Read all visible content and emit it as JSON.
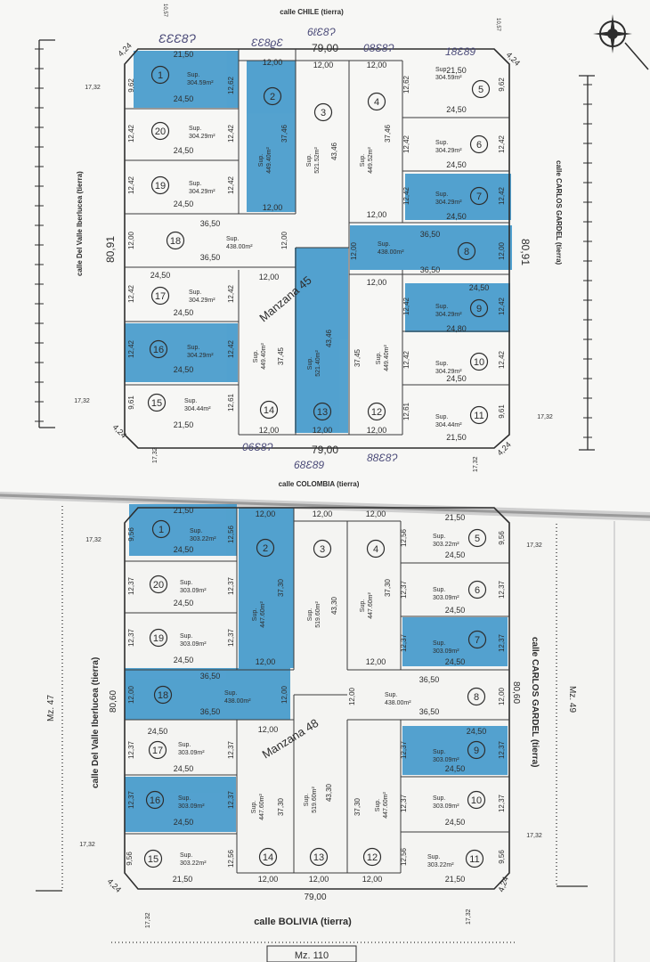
{
  "colors": {
    "paper": "#f7f7f5",
    "ink": "#2d2d2d",
    "highlight": "#2f8fc7",
    "pen": "#4a4a78",
    "background": "#cfcfcf"
  },
  "icons": {
    "compass": "compass-rose-icon"
  },
  "top": {
    "streets": {
      "top": "calle CHILE (tierra)",
      "bottom": "calle COLOMBIA (tierra)",
      "left": "calle Del Valle Iberlucea (tierra)",
      "right": "calle CARLOS GARDEL (tierra)"
    },
    "manzana": "Manzana 45",
    "dims": {
      "total_width": "79,00",
      "height": "80,91",
      "corner": "4,24",
      "offset": "17,32",
      "top_right_small": "10,57"
    },
    "notes": {
      "top_left": "ƐƐƐ8Ɂ",
      "top_center_left": "ƐƐ8ϱƐ",
      "top_center": "6ℓƐ8Ɂ",
      "top_center_right": "08Ɛ8Ɂ",
      "top_right": "18Ɛ89",
      "bottom_left": "06Ɛ8Ɂ",
      "bottom_center": "68Ɛ89",
      "bottom_right": "88Ɛ8Ɂ"
    },
    "lots": [
      {
        "n": "1",
        "sup": "304.59m²",
        "w": "21,50",
        "b": "24,50",
        "d1": "9,62",
        "d2": "12,62"
      },
      {
        "n": "2",
        "sup": "449.40m²",
        "t": "12,00",
        "b": "12,00",
        "s": "37,46"
      },
      {
        "n": "3",
        "sup": "521.52m²",
        "t": "12,00",
        "s": "43,46"
      },
      {
        "n": "4",
        "sup": "449.52m²",
        "t": "12,00",
        "b": "12,00",
        "s": "37,46"
      },
      {
        "n": "5",
        "sup": "304.59m²",
        "w": "21,50",
        "b": "24,50",
        "d1": "12,62",
        "d2": "9,62"
      },
      {
        "n": "6",
        "sup": "304.29m²",
        "b": "24,50",
        "d": "12,42"
      },
      {
        "n": "7",
        "sup": "304.29m²",
        "b": "24,50",
        "d": "12,42"
      },
      {
        "n": "8",
        "sup": "438.00m²",
        "w": "36,50",
        "b": "36,50",
        "d": "12,00"
      },
      {
        "n": "9",
        "sup": "304.29m²",
        "t": "24,50",
        "b": "24,80",
        "d": "12,42"
      },
      {
        "n": "10",
        "sup": "304.29m²",
        "b": "24,50",
        "d": "12,42"
      },
      {
        "n": "11",
        "sup": "304.44m²",
        "w": "21,50",
        "d1": "12,61",
        "d2": "9,61"
      },
      {
        "n": "12",
        "sup": "449.40m²",
        "t": "12,00",
        "b": "12,00",
        "s": "37,45"
      },
      {
        "n": "13",
        "sup": "521.40m²",
        "b": "12,00",
        "s": "43,46"
      },
      {
        "n": "14",
        "sup": "449.40m²",
        "t": "12,00",
        "b": "12,00",
        "s": "37,45"
      },
      {
        "n": "15",
        "sup": "304.44m²",
        "w": "21,50",
        "d1": "9,61",
        "d2": "12,61"
      },
      {
        "n": "16",
        "sup": "304.29m²",
        "b": "24,50",
        "d": "12,42"
      },
      {
        "n": "17",
        "sup": "304.29m²",
        "t": "24,50",
        "b": "24,50",
        "d": "12,42"
      },
      {
        "n": "18",
        "sup": "438.00m²",
        "w": "36,50",
        "b": "36,50",
        "d": "12,00"
      },
      {
        "n": "19",
        "sup": "304.29m²",
        "b": "24,50",
        "d": "12,42"
      },
      {
        "n": "20",
        "sup": "304.29m²",
        "b": "24,50",
        "d": "12,42"
      }
    ]
  },
  "bottom": {
    "streets": {
      "top": "calle COLOMBIA (tierra)",
      "bottom": "calle BOLIVIA (tierra)",
      "left": "calle Del Valle Iberlucea (tierra)",
      "right": "calle CARLOS GARDEL (tierra)"
    },
    "manzana": "Manzana 48",
    "neighbors": {
      "left": "Mz. 47",
      "right": "Mz. 49",
      "bottom": "Mz. 110"
    },
    "dims": {
      "total_width": "79,00",
      "height": "80,60",
      "corner": "4,24",
      "offset": "17,32"
    },
    "lots": [
      {
        "n": "1",
        "sup": "303.22m²",
        "w": "21,50",
        "b": "24,50",
        "d1": "9,56",
        "d2": "12,56"
      },
      {
        "n": "2",
        "sup": "447.60m²",
        "t": "12,00",
        "b": "12,00",
        "s": "37,30"
      },
      {
        "n": "3",
        "sup": "519.60m²",
        "t": "12,00",
        "s": "43,30"
      },
      {
        "n": "4",
        "sup": "447.60m²",
        "t": "12,00",
        "b": "12,00",
        "s": "37,30"
      },
      {
        "n": "5",
        "sup": "303.22m²",
        "w": "21,50",
        "b": "24,50",
        "d1": "12,56",
        "d2": "9,56"
      },
      {
        "n": "6",
        "sup": "303.09m²",
        "b": "24,50",
        "d": "12,37"
      },
      {
        "n": "7",
        "sup": "303.09m²",
        "b": "24,50",
        "d": "12,37"
      },
      {
        "n": "8",
        "sup": "438.00m²",
        "w": "36,50",
        "b": "36,50",
        "d": "12,00"
      },
      {
        "n": "9",
        "sup": "303.09m²",
        "t": "24,50",
        "b": "24,50",
        "d": "12,37"
      },
      {
        "n": "10",
        "sup": "303.09m²",
        "b": "24,50",
        "d": "12,37"
      },
      {
        "n": "11",
        "sup": "303.22m²",
        "w": "21,50",
        "d1": "12,56",
        "d2": "9,56"
      },
      {
        "n": "12",
        "sup": "447.60m²",
        "b": "12,00",
        "s": "37,30"
      },
      {
        "n": "13",
        "sup": "519.60m²",
        "b": "12,00",
        "s": "43,30"
      },
      {
        "n": "14",
        "sup": "447.60m²",
        "t": "12,00",
        "b": "12,00",
        "s": "37,30"
      },
      {
        "n": "15",
        "sup": "303.22m²",
        "w": "21,50",
        "d1": "9,56",
        "d2": "12,56"
      },
      {
        "n": "16",
        "sup": "303.09m²",
        "b": "24,50",
        "d": "12,37"
      },
      {
        "n": "17",
        "sup": "303.09m²",
        "t": "24,50",
        "b": "24,50",
        "d": "12,37"
      },
      {
        "n": "18",
        "sup": "438.00m²",
        "w": "36,50",
        "b": "36,50",
        "d": "12,00"
      },
      {
        "n": "19",
        "sup": "303.09m²",
        "b": "24,50",
        "d": "12,37"
      },
      {
        "n": "20",
        "sup": "303.09m²",
        "b": "24,50",
        "d": "12,37"
      }
    ]
  }
}
